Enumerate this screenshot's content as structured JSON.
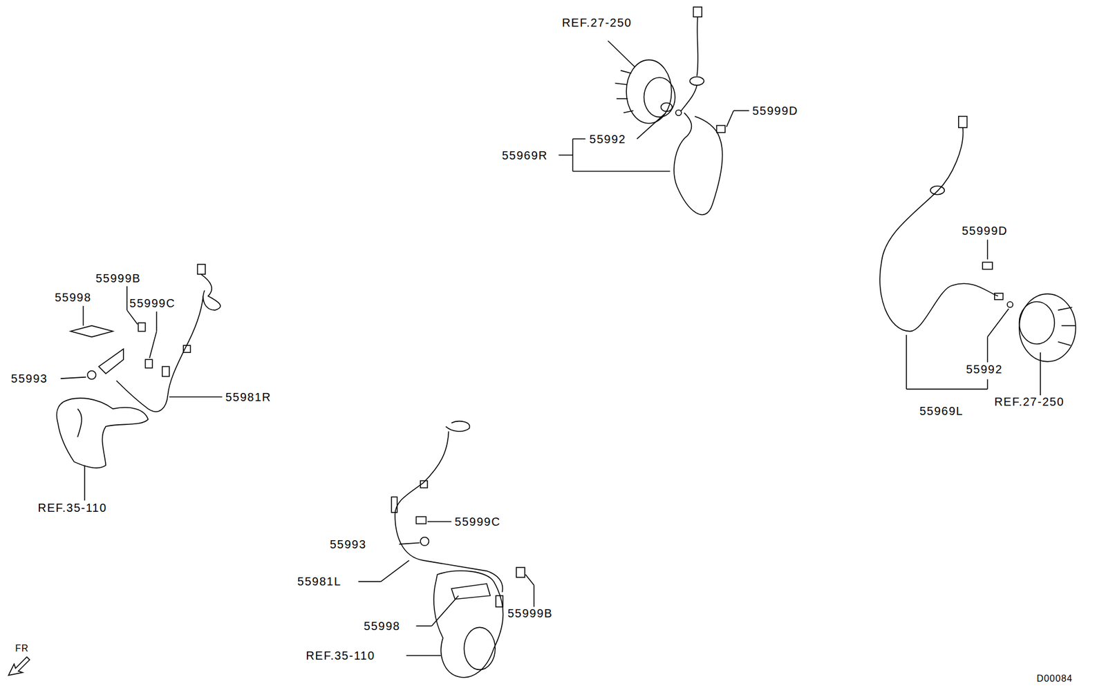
{
  "diagram": {
    "labels": [
      "REF.27-250",
      "55999D",
      "55992",
      "55969R",
      "55999D",
      "55999B",
      "55998",
      "55999C",
      "55993",
      "55981R",
      "55992",
      "REF.27-250",
      "55969L",
      "REF.35-110",
      "55999C",
      "55993",
      "55981L",
      "55999B",
      "55998",
      "REF.35-110",
      "FR",
      "D00084"
    ]
  }
}
